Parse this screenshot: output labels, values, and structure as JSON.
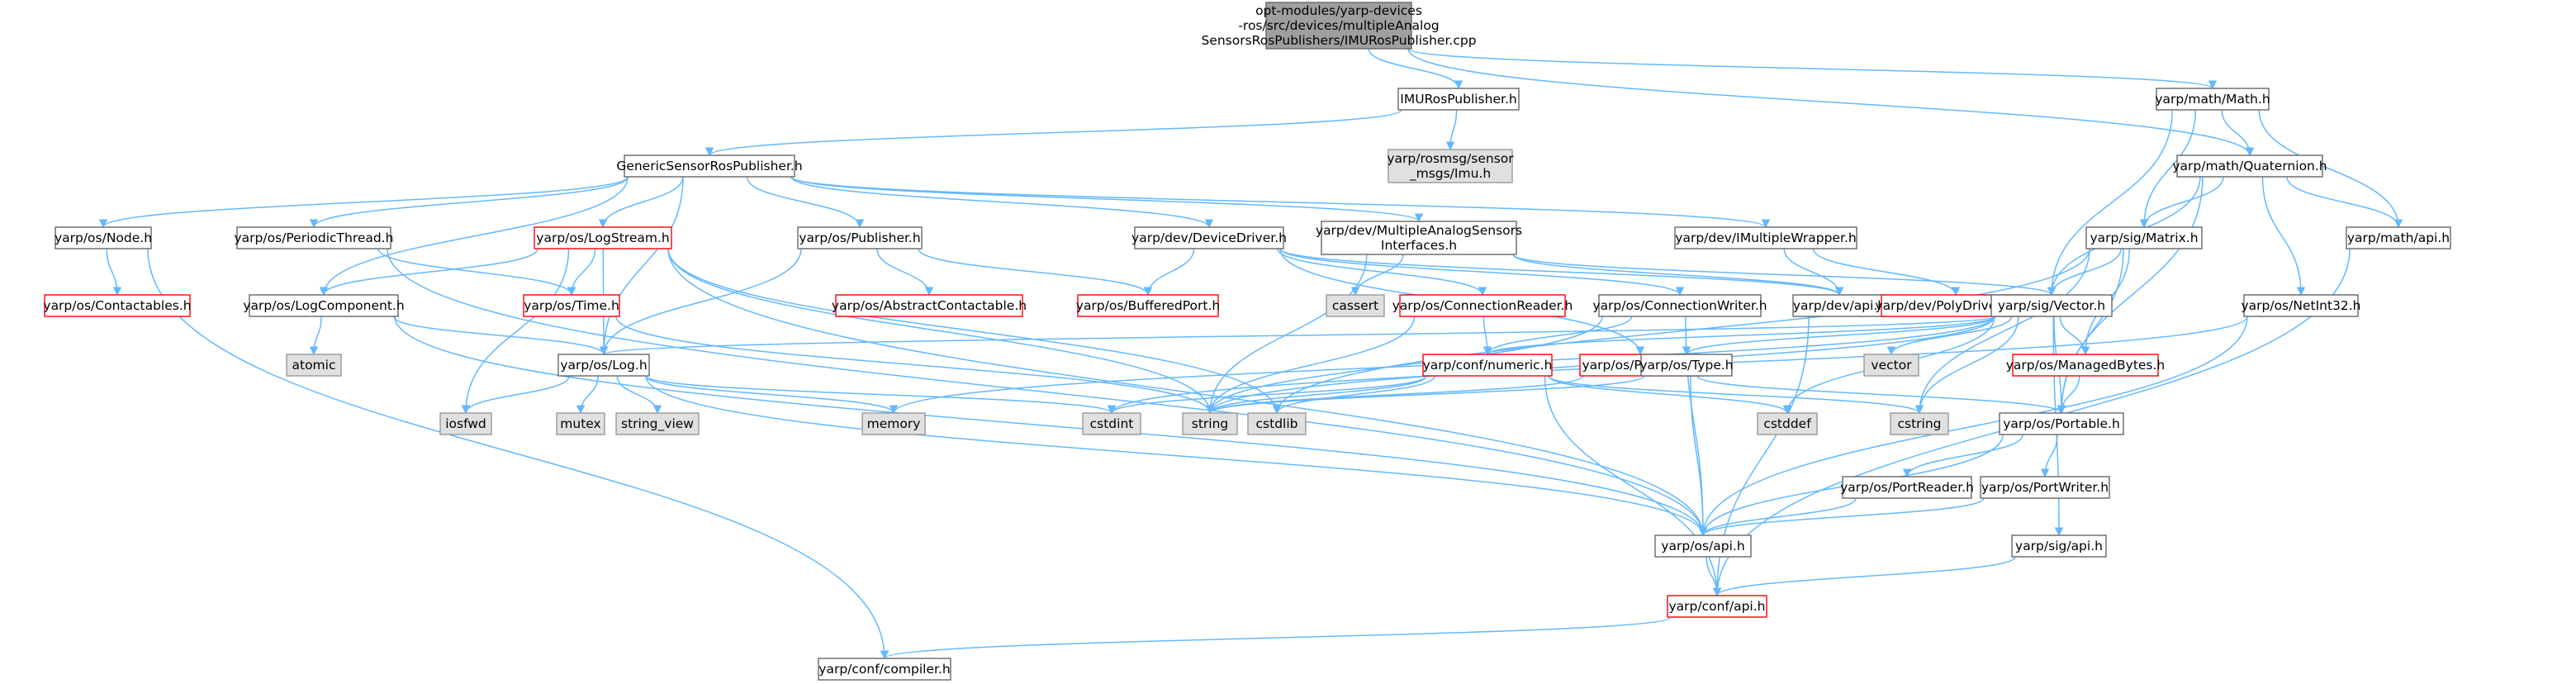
{
  "colors": {
    "root_fill": "#9f9f9f",
    "root_stroke": "#666666",
    "normal_fill": "#ffffff",
    "normal_stroke": "#666666",
    "truncated_fill": "#ffffff",
    "truncated_stroke": "#ff0000",
    "system_fill": "#e0e0e0",
    "system_stroke": "#999999",
    "edge": "#63b8ff"
  },
  "nodes": [
    {
      "id": "root",
      "kind": "root",
      "lines": [
        "opt-modules/yarp-devices",
        "-ros/src/devices/multipleAnalog",
        "SensorsRosPublishers/IMURosPublisher.cpp"
      ]
    },
    {
      "id": "imurospub",
      "kind": "normal",
      "lines": [
        "IMURosPublisher.h"
      ]
    },
    {
      "id": "mathmath",
      "kind": "normal",
      "lines": [
        "yarp/math/Math.h"
      ]
    },
    {
      "id": "generic",
      "kind": "normal",
      "lines": [
        "GenericSensorRosPublisher.h"
      ]
    },
    {
      "id": "rosmsgimu",
      "kind": "system",
      "lines": [
        "yarp/rosmsg/sensor",
        "_msgs/Imu.h"
      ]
    },
    {
      "id": "quaternion",
      "kind": "normal",
      "lines": [
        "yarp/math/Quaternion.h"
      ]
    },
    {
      "id": "node",
      "kind": "normal",
      "lines": [
        "yarp/os/Node.h"
      ]
    },
    {
      "id": "periodic",
      "kind": "normal",
      "lines": [
        "yarp/os/PeriodicThread.h"
      ]
    },
    {
      "id": "logstream",
      "kind": "truncated",
      "lines": [
        "yarp/os/LogStream.h"
      ]
    },
    {
      "id": "publisher",
      "kind": "normal",
      "lines": [
        "yarp/os/Publisher.h"
      ]
    },
    {
      "id": "devicedriver",
      "kind": "normal",
      "lines": [
        "yarp/dev/DeviceDriver.h"
      ]
    },
    {
      "id": "multianalog",
      "kind": "normal",
      "lines": [
        "yarp/dev/MultipleAnalogSensors",
        "Interfaces.h"
      ]
    },
    {
      "id": "imultiwrapper",
      "kind": "normal",
      "lines": [
        "yarp/dev/IMultipleWrapper.h"
      ]
    },
    {
      "id": "sigmatrix",
      "kind": "normal",
      "lines": [
        "yarp/sig/Matrix.h"
      ]
    },
    {
      "id": "mathapi",
      "kind": "normal",
      "lines": [
        "yarp/math/api.h"
      ]
    },
    {
      "id": "contactables",
      "kind": "truncated",
      "lines": [
        "yarp/os/Contactables.h"
      ]
    },
    {
      "id": "logcomponent",
      "kind": "normal",
      "lines": [
        "yarp/os/LogComponent.h"
      ]
    },
    {
      "id": "ostime",
      "kind": "truncated",
      "lines": [
        "yarp/os/Time.h"
      ]
    },
    {
      "id": "abstractcontactable",
      "kind": "truncated",
      "lines": [
        "yarp/os/AbstractContactable.h"
      ]
    },
    {
      "id": "bufferedport",
      "kind": "truncated",
      "lines": [
        "yarp/os/BufferedPort.h"
      ]
    },
    {
      "id": "cassert",
      "kind": "system",
      "lines": [
        "cassert"
      ]
    },
    {
      "id": "connectionreader",
      "kind": "truncated",
      "lines": [
        "yarp/os/ConnectionReader.h"
      ]
    },
    {
      "id": "connectionwriter",
      "kind": "normal",
      "lines": [
        "yarp/os/ConnectionWriter.h"
      ]
    },
    {
      "id": "devapi",
      "kind": "normal",
      "lines": [
        "yarp/dev/api.h"
      ]
    },
    {
      "id": "polydriverlist",
      "kind": "truncated",
      "lines": [
        "yarp/dev/PolyDriverList.h"
      ]
    },
    {
      "id": "sigvector",
      "kind": "normal",
      "lines": [
        "yarp/sig/Vector.h"
      ]
    },
    {
      "id": "netint32",
      "kind": "normal",
      "lines": [
        "yarp/os/NetInt32.h"
      ]
    },
    {
      "id": "atomic",
      "kind": "system",
      "lines": [
        "atomic"
      ]
    },
    {
      "id": "oslog",
      "kind": "normal",
      "lines": [
        "yarp/os/Log.h"
      ]
    },
    {
      "id": "confnumeric",
      "kind": "truncated",
      "lines": [
        "yarp/conf/numeric.h"
      ]
    },
    {
      "id": "property",
      "kind": "truncated",
      "lines": [
        "yarp/os/Property.h"
      ]
    },
    {
      "id": "ostype",
      "kind": "normal",
      "lines": [
        "yarp/os/Type.h"
      ]
    },
    {
      "id": "vector",
      "kind": "system",
      "lines": [
        "vector"
      ]
    },
    {
      "id": "managedbytes",
      "kind": "truncated",
      "lines": [
        "yarp/os/ManagedBytes.h"
      ]
    },
    {
      "id": "iosfwd",
      "kind": "system",
      "lines": [
        "iosfwd"
      ]
    },
    {
      "id": "mutex",
      "kind": "system",
      "lines": [
        "mutex"
      ]
    },
    {
      "id": "string_view",
      "kind": "system",
      "lines": [
        "string_view"
      ]
    },
    {
      "id": "memory",
      "kind": "system",
      "lines": [
        "memory"
      ]
    },
    {
      "id": "cstdint",
      "kind": "system",
      "lines": [
        "cstdint"
      ]
    },
    {
      "id": "string",
      "kind": "system",
      "lines": [
        "string"
      ]
    },
    {
      "id": "cstdlib",
      "kind": "system",
      "lines": [
        "cstdlib"
      ]
    },
    {
      "id": "cstddef",
      "kind": "system",
      "lines": [
        "cstddef"
      ]
    },
    {
      "id": "cstring",
      "kind": "system",
      "lines": [
        "cstring"
      ]
    },
    {
      "id": "portable",
      "kind": "normal",
      "lines": [
        "yarp/os/Portable.h"
      ]
    },
    {
      "id": "portreader",
      "kind": "normal",
      "lines": [
        "yarp/os/PortReader.h"
      ]
    },
    {
      "id": "portwriter",
      "kind": "normal",
      "lines": [
        "yarp/os/PortWriter.h"
      ]
    },
    {
      "id": "osapi",
      "kind": "normal",
      "lines": [
        "yarp/os/api.h"
      ]
    },
    {
      "id": "sigapi",
      "kind": "normal",
      "lines": [
        "yarp/sig/api.h"
      ]
    },
    {
      "id": "confapi",
      "kind": "truncated",
      "lines": [
        "yarp/conf/api.h"
      ]
    },
    {
      "id": "confcompiler",
      "kind": "normal",
      "lines": [
        "yarp/conf/compiler.h"
      ]
    }
  ],
  "edges": [
    [
      "root",
      "imurospub"
    ],
    [
      "root",
      "mathmath"
    ],
    [
      "root",
      "quaternion"
    ],
    [
      "imurospub",
      "generic"
    ],
    [
      "imurospub",
      "rosmsgimu"
    ],
    [
      "generic",
      "node"
    ],
    [
      "generic",
      "periodic"
    ],
    [
      "generic",
      "logstream"
    ],
    [
      "generic",
      "publisher"
    ],
    [
      "generic",
      "devicedriver"
    ],
    [
      "generic",
      "multianalog"
    ],
    [
      "generic",
      "imultiwrapper"
    ],
    [
      "generic",
      "logcomponent"
    ],
    [
      "generic",
      "oslog"
    ],
    [
      "mathmath",
      "quaternion"
    ],
    [
      "mathmath",
      "sigmatrix"
    ],
    [
      "mathmath",
      "mathapi"
    ],
    [
      "mathmath",
      "sigvector"
    ],
    [
      "quaternion",
      "sigmatrix"
    ],
    [
      "quaternion",
      "mathapi"
    ],
    [
      "quaternion",
      "netint32"
    ],
    [
      "quaternion",
      "sigvector"
    ],
    [
      "quaternion",
      "portable"
    ],
    [
      "node",
      "contactables"
    ],
    [
      "node",
      "confcompiler"
    ],
    [
      "periodic",
      "ostime"
    ],
    [
      "periodic",
      "osapi"
    ],
    [
      "logstream",
      "logcomponent"
    ],
    [
      "logstream",
      "ostime"
    ],
    [
      "logstream",
      "oslog"
    ],
    [
      "logstream",
      "iosfwd"
    ],
    [
      "logstream",
      "string"
    ],
    [
      "logstream",
      "cstdlib"
    ],
    [
      "logstream",
      "osapi"
    ],
    [
      "publisher",
      "abstractcontactable"
    ],
    [
      "publisher",
      "bufferedport"
    ],
    [
      "publisher",
      "oslog"
    ],
    [
      "devicedriver",
      "bufferedport"
    ],
    [
      "devicedriver",
      "connectionreader"
    ],
    [
      "devicedriver",
      "connectionwriter"
    ],
    [
      "devicedriver",
      "devapi"
    ],
    [
      "devicedriver",
      "property"
    ],
    [
      "multianalog",
      "cassert"
    ],
    [
      "multianalog",
      "string"
    ],
    [
      "multianalog",
      "devapi"
    ],
    [
      "multianalog",
      "sigvector"
    ],
    [
      "imultiwrapper",
      "devapi"
    ],
    [
      "imultiwrapper",
      "polydriverlist"
    ],
    [
      "sigmatrix",
      "sigvector"
    ],
    [
      "sigmatrix",
      "managedbytes"
    ],
    [
      "sigmatrix",
      "portable"
    ],
    [
      "sigmatrix",
      "cstdlib"
    ],
    [
      "sigmatrix",
      "cstring"
    ],
    [
      "mathapi",
      "confapi"
    ],
    [
      "logcomponent",
      "atomic"
    ],
    [
      "logcomponent",
      "oslog"
    ],
    [
      "logcomponent",
      "osapi"
    ],
    [
      "ostime",
      "string"
    ],
    [
      "connectionreader",
      "confnumeric"
    ],
    [
      "connectionreader",
      "string"
    ],
    [
      "connectionwriter",
      "confnumeric"
    ],
    [
      "connectionwriter",
      "string"
    ],
    [
      "connectionwriter",
      "osapi"
    ],
    [
      "devapi",
      "confapi"
    ],
    [
      "polydriverlist",
      "sigvector"
    ],
    [
      "sigvector",
      "oslog"
    ],
    [
      "sigvector",
      "confnumeric"
    ],
    [
      "sigvector",
      "ostype"
    ],
    [
      "sigvector",
      "vector"
    ],
    [
      "sigvector",
      "managedbytes"
    ],
    [
      "sigvector",
      "portable"
    ],
    [
      "sigvector",
      "cstring"
    ],
    [
      "sigvector",
      "cstddef"
    ],
    [
      "sigvector",
      "sigapi"
    ],
    [
      "sigvector",
      "memory"
    ],
    [
      "sigvector",
      "string"
    ],
    [
      "netint32",
      "osapi"
    ],
    [
      "netint32",
      "cstdint"
    ],
    [
      "oslog",
      "iosfwd"
    ],
    [
      "oslog",
      "mutex"
    ],
    [
      "oslog",
      "string_view"
    ],
    [
      "oslog",
      "memory"
    ],
    [
      "oslog",
      "cstdint"
    ],
    [
      "oslog",
      "osapi"
    ],
    [
      "confnumeric",
      "cstdint"
    ],
    [
      "confnumeric",
      "string"
    ],
    [
      "confnumeric",
      "cstdlib"
    ],
    [
      "confnumeric",
      "cstddef"
    ],
    [
      "confnumeric",
      "cstring"
    ],
    [
      "confnumeric",
      "confapi"
    ],
    [
      "property",
      "string"
    ],
    [
      "property",
      "portable"
    ],
    [
      "ostype",
      "string"
    ],
    [
      "ostype",
      "osapi"
    ],
    [
      "managedbytes",
      "portable"
    ],
    [
      "portable",
      "portreader"
    ],
    [
      "portable",
      "portwriter"
    ],
    [
      "portable",
      "osapi"
    ],
    [
      "portreader",
      "osapi"
    ],
    [
      "portwriter",
      "osapi"
    ],
    [
      "osapi",
      "confapi"
    ],
    [
      "sigapi",
      "confapi"
    ],
    [
      "confapi",
      "confcompiler"
    ]
  ]
}
